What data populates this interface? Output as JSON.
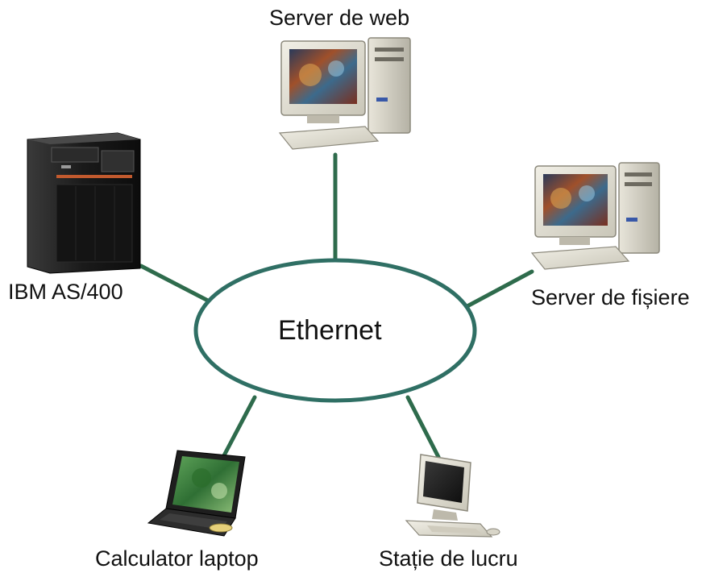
{
  "network": {
    "hub_label": "Ethernet",
    "link_color": "#2e6b4c",
    "hub_stroke_color": "#2f6f64"
  },
  "nodes": {
    "web_server": {
      "label": "Server de web",
      "icon": "desktop-server-icon"
    },
    "ibm_as400": {
      "label": "IBM AS/400",
      "icon": "tower-server-icon"
    },
    "file_server": {
      "label": "Server de fișiere",
      "icon": "desktop-server-icon"
    },
    "laptop": {
      "label": "Calculator laptop",
      "icon": "laptop-icon"
    },
    "workstation": {
      "label": "Stație de lucru",
      "icon": "workstation-icon"
    }
  }
}
